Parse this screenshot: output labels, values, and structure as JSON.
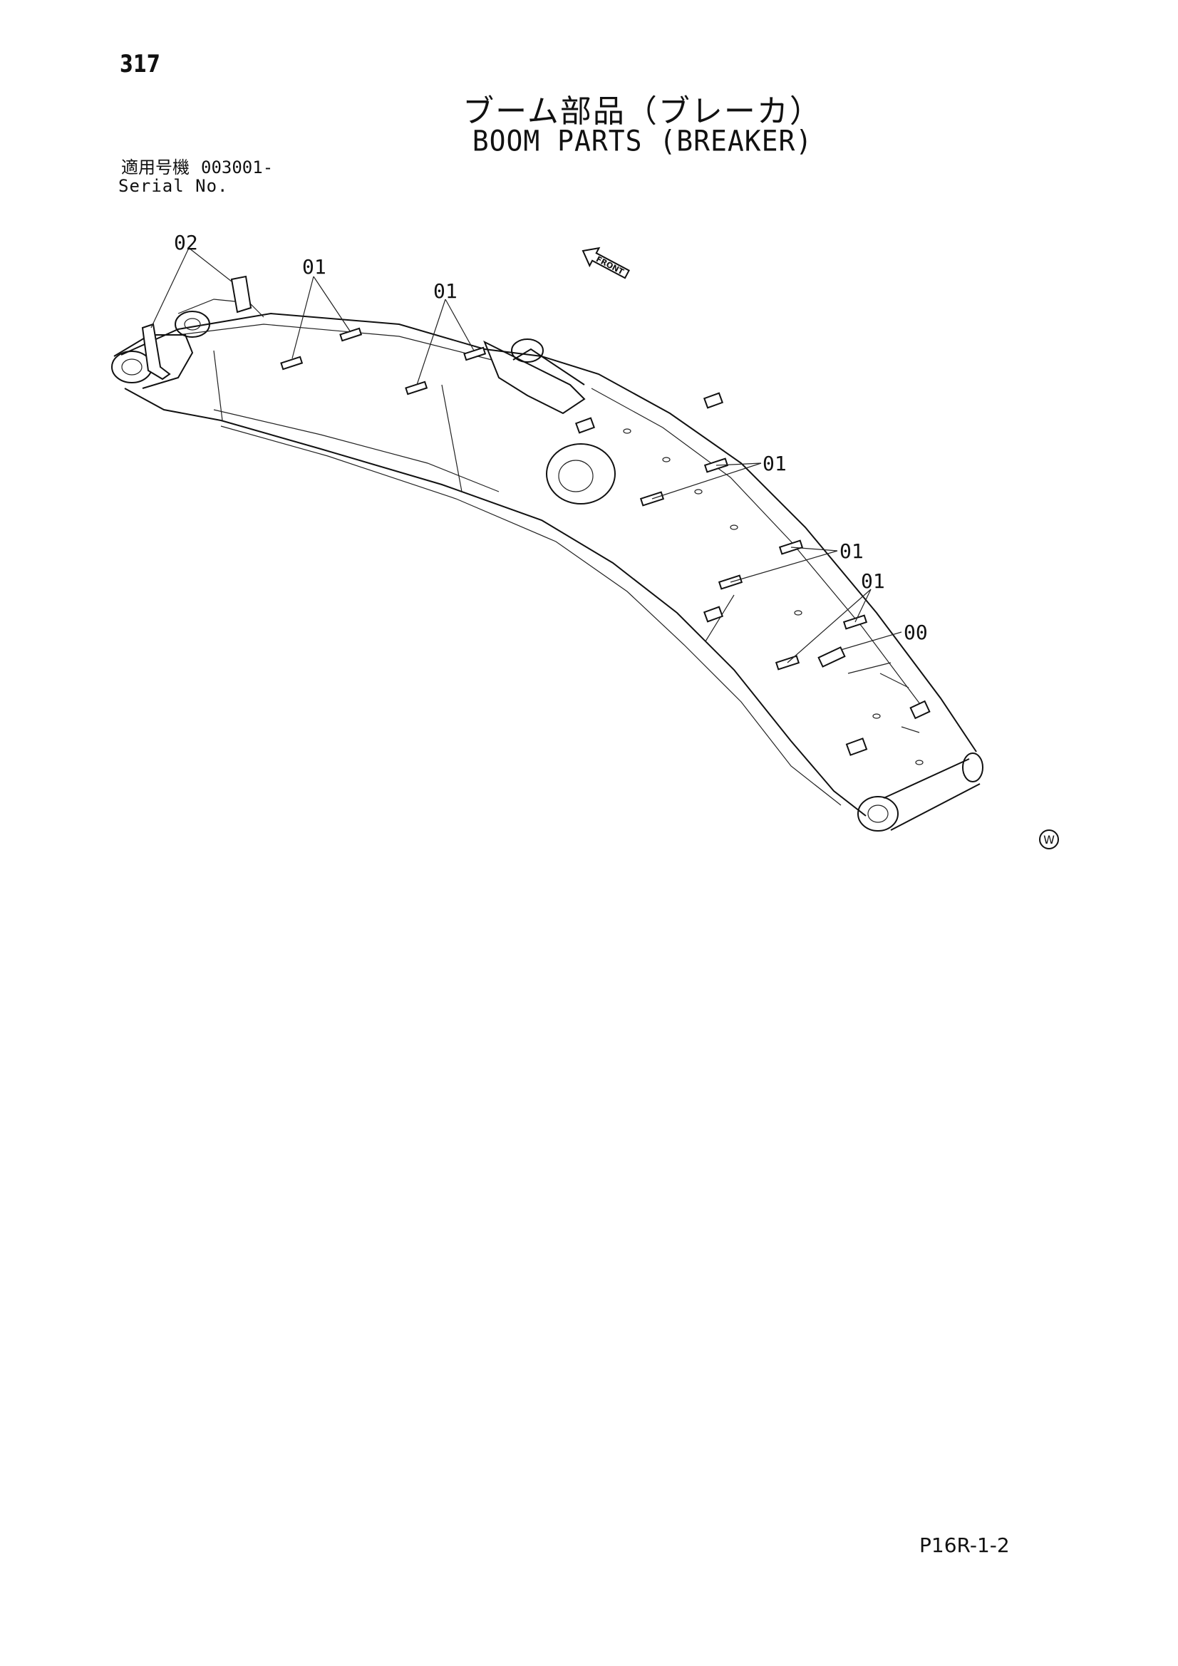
{
  "page": {
    "number": "317",
    "title_jp": "ブーム部品（ブレーカ）",
    "title_en": "BOOM PARTS (BREAKER)",
    "serial_label_jp": "適用号機",
    "serial_value": "003001-",
    "serial_label_en": "Serial No.",
    "footer_code": "P16R-1-2"
  },
  "diagram": {
    "front_label": "FRONT",
    "w_mark": "W",
    "callouts": [
      "02",
      "01",
      "01",
      "01",
      "01",
      "01",
      "00"
    ]
  }
}
